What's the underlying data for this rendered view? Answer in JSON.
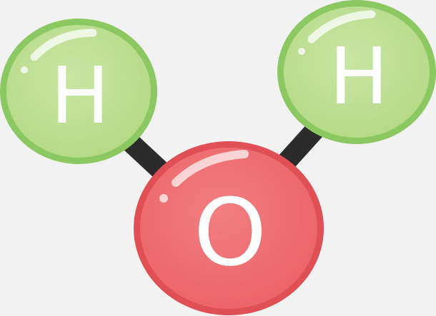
{
  "molecule": {
    "atoms": [
      {
        "id": "hydrogen-left",
        "symbol": "H",
        "color": "#b9dd8c",
        "rim": "#8cc862"
      },
      {
        "id": "hydrogen-right",
        "symbol": "H",
        "color": "#b9dd8c",
        "rim": "#8cc862"
      },
      {
        "id": "oxygen",
        "symbol": "O",
        "color": "#ee6d70",
        "rim": "#e04f53"
      }
    ],
    "bond_color": "#2b2b2b",
    "background": "#f2f2f2"
  }
}
